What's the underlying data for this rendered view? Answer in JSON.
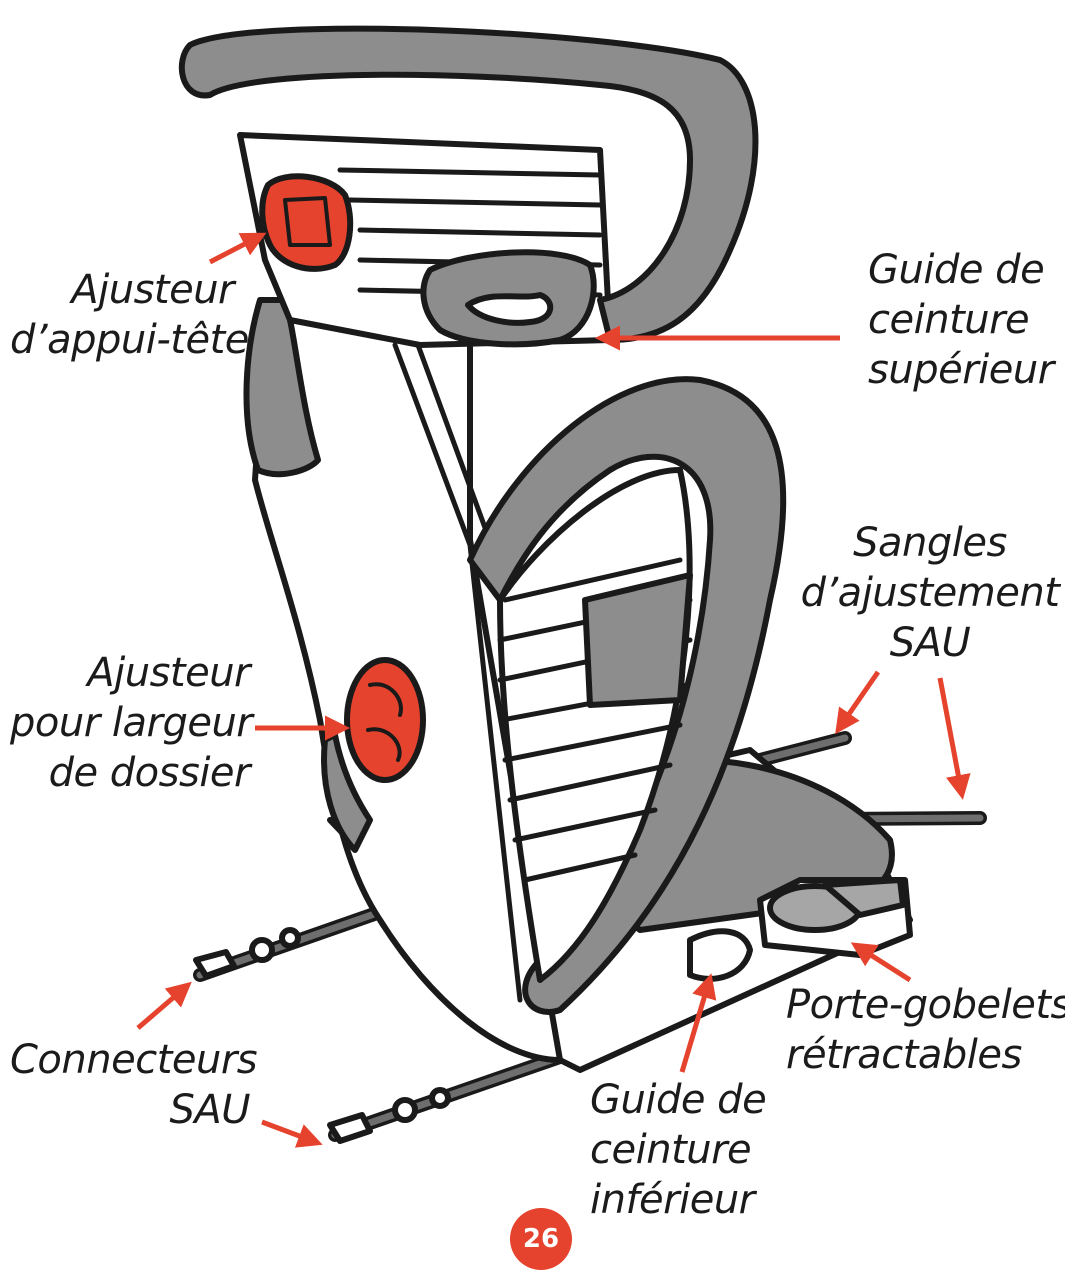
{
  "colors": {
    "accent": "#e5432d",
    "padding_gray": "#8d8d8d",
    "outline": "#1a1a1a",
    "arrow": "#e5432d"
  },
  "labels": {
    "headrest_adjuster": [
      "Ajusteur",
      "d’appui-tête"
    ],
    "upper_belt_guide": [
      "Guide de",
      "ceinture",
      "supérieur"
    ],
    "backrest_width_adjuster": [
      "Ajusteur",
      "pour largeur",
      "de dossier"
    ],
    "latch_adjust_straps": [
      "Sangles",
      "d’ajustement",
      "SAU"
    ],
    "latch_connectors": [
      "Connecteurs",
      "SAU"
    ],
    "lower_belt_guide": [
      "Guide de",
      "ceinture",
      "inférieur"
    ],
    "cup_holders": [
      "Porte-gobelets",
      "rétractables"
    ]
  },
  "page_number": "26"
}
